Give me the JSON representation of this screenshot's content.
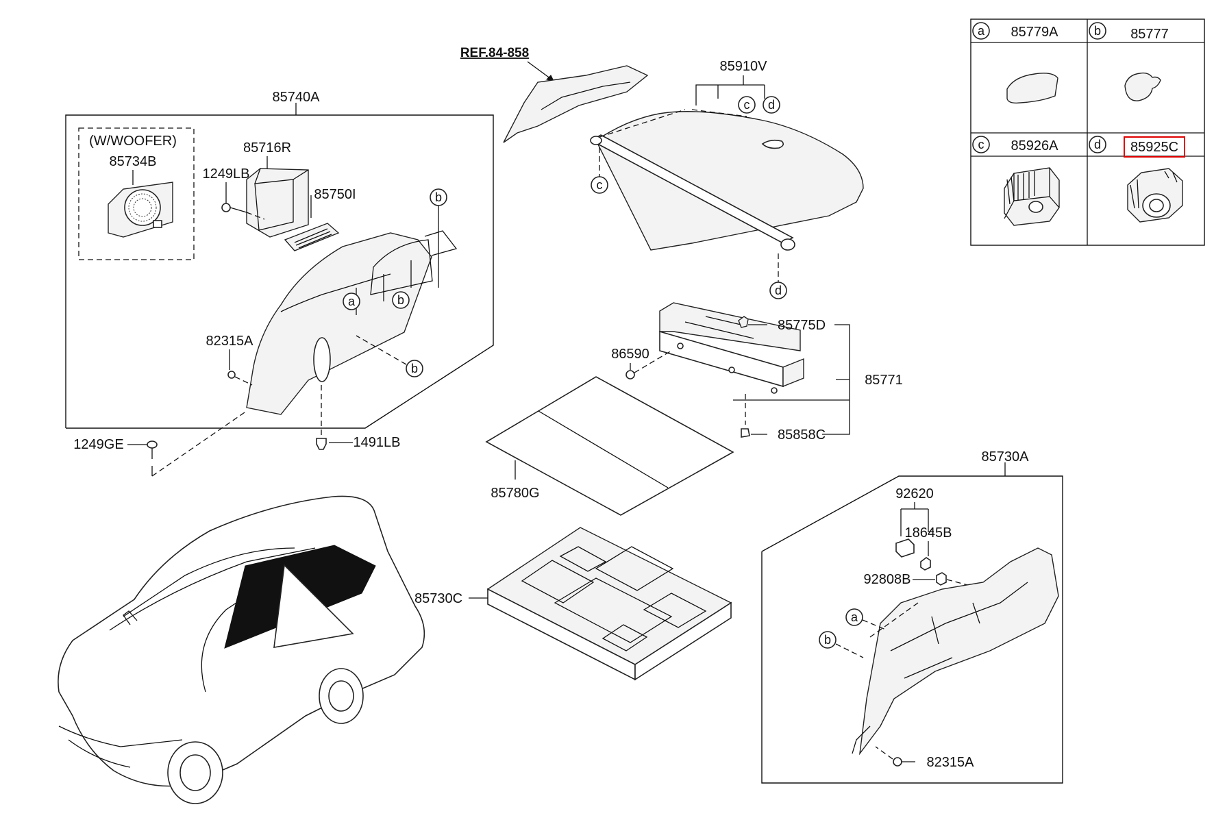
{
  "ref": "REF.84-858",
  "legend": {
    "a": {
      "letter": "a",
      "part": "85779A"
    },
    "b": {
      "letter": "b",
      "part": "85777"
    },
    "c": {
      "letter": "c",
      "part": "85926A"
    },
    "d": {
      "letter": "d",
      "part": "85925C",
      "highlight_color": "#e00000"
    }
  },
  "callouts": {
    "p85740A": "85740A",
    "w_woofer": "(W/WOOFER)",
    "p85734B": "85734B",
    "p85716R": "85716R",
    "p1249LB": "1249LB",
    "p85750I": "85750I",
    "p82315A_1": "82315A",
    "p1249GE": "1249GE",
    "p1491LB": "1491LB",
    "p85910V": "85910V",
    "p85775D": "85775D",
    "p86590": "86590",
    "p85771": "85771",
    "p85858C": "85858C",
    "p85780G": "85780G",
    "p85730A": "85730A",
    "p92620": "92620",
    "p18645B": "18645B",
    "p92808B": "92808B",
    "p85730C": "85730C",
    "p82315A_2": "82315A"
  },
  "markers": {
    "a": "a",
    "b": "b",
    "c": "c",
    "d": "d"
  }
}
